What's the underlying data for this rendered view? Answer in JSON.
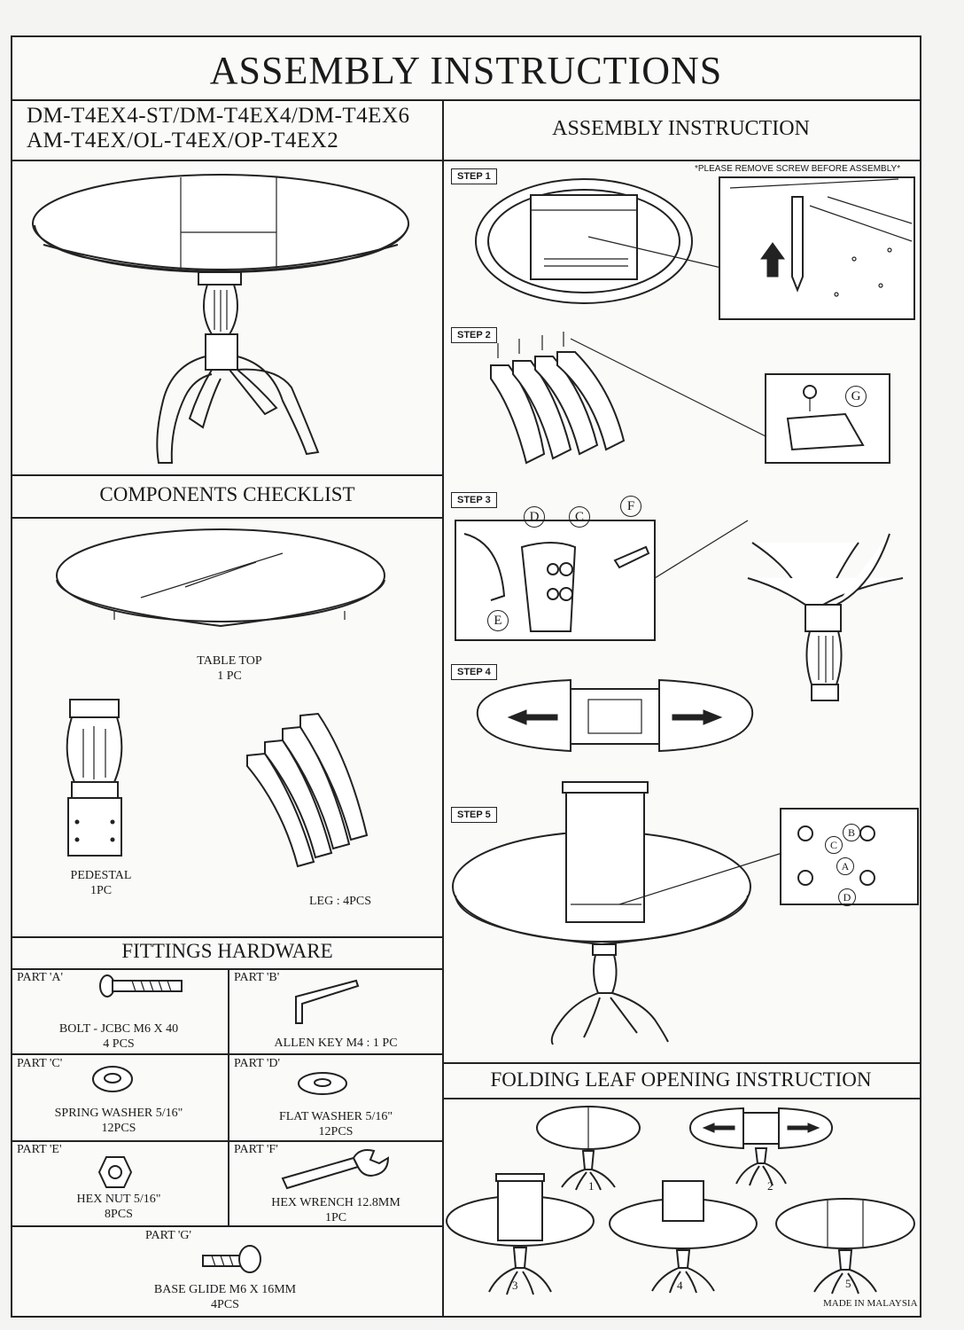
{
  "header": {
    "title": "ASSEMBLY INSTRUCTIONS",
    "models_line1": "DM-T4EX4-ST/DM-T4EX4/DM-T4EX6",
    "models_line2": "AM-T4EX/OL-T4EX/OP-T4EX2"
  },
  "assembly": {
    "heading": "ASSEMBLY INSTRUCTION",
    "screw_note": "*PLEASE REMOVE SCREW BEFORE ASSEMBLY*",
    "steps": [
      "STEP 1",
      "STEP 2",
      "STEP 3",
      "STEP 4",
      "STEP 5"
    ],
    "callouts": {
      "g": "G",
      "d": "D",
      "c": "C",
      "f": "F",
      "e": "E",
      "b": "B",
      "a": "A"
    }
  },
  "components": {
    "heading": "COMPONENTS CHECKLIST",
    "table_top": "TABLE TOP",
    "table_top_qty": "1 PC",
    "pedestal": "PEDESTAL",
    "pedestal_qty": "1PC",
    "leg": "LEG : 4PCS"
  },
  "hardware": {
    "heading": "FITTINGS HARDWARE",
    "parts": [
      {
        "label": "PART 'A'",
        "name": "BOLT - JCBC M6 X 40",
        "qty": "4 PCS"
      },
      {
        "label": "PART 'B'",
        "name": "ALLEN KEY M4 : 1 PC",
        "qty": ""
      },
      {
        "label": "PART 'C'",
        "name": "SPRING WASHER 5/16\"",
        "qty": "12PCS"
      },
      {
        "label": "PART 'D'",
        "name": "FLAT WASHER 5/16\"",
        "qty": "12PCS"
      },
      {
        "label": "PART 'E'",
        "name": "HEX NUT  5/16\"",
        "qty": "8PCS"
      },
      {
        "label": "PART 'F'",
        "name": "HEX WRENCH  12.8MM",
        "qty": "1PC"
      },
      {
        "label": "PART 'G'",
        "name": "BASE GLIDE M6 X 16MM",
        "qty": "4PCS"
      }
    ]
  },
  "folding": {
    "heading": "FOLDING LEAF OPENING INSTRUCTION",
    "numbers": [
      "1",
      "2",
      "3",
      "4",
      "5"
    ],
    "made_in": "MADE IN MALAYSIA"
  }
}
